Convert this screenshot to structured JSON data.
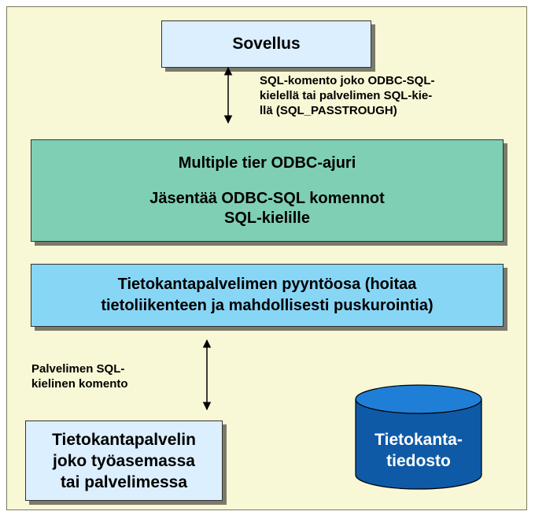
{
  "nodes": {
    "sovellus": "Sovellus",
    "odbc_title": "Multiple tier ODBC-ajuri",
    "odbc_desc_line1": "Jäsentää ODBC-SQL komennot",
    "odbc_desc_line2": "SQL-kielille",
    "pyynto_line1": "Tietokantapalvelimen pyyntöosa (hoitaa",
    "pyynto_line2": "tietoliikenteen ja mahdollisesti puskurointia)",
    "palvelin_line1": "Tietokantapalvelin",
    "palvelin_line2": "joko työasemassa",
    "palvelin_line3": "tai palvelimessa",
    "tiedosto_line1": "Tietokanta-",
    "tiedosto_line2": "tiedosto"
  },
  "edges": {
    "top_label_line1": "SQL-komento joko ODBC-SQL-",
    "top_label_line2": "kielellä tai palvelimen SQL-kie-",
    "top_label_line3": "llä (SQL_PASSTROUGH)",
    "bottom_label_line1": "Palvelimen SQL-",
    "bottom_label_line2": "kielinen komento"
  },
  "colors": {
    "background": "#f8f7d6",
    "sovellus_fill": "#dcefff",
    "odbc_fill": "#7fcfb5",
    "pyynto_fill": "#88d6f6",
    "palvelin_fill": "#dcefff",
    "cylinder_fill": "#0f5aa6",
    "shadow": "#7a7a6a"
  }
}
